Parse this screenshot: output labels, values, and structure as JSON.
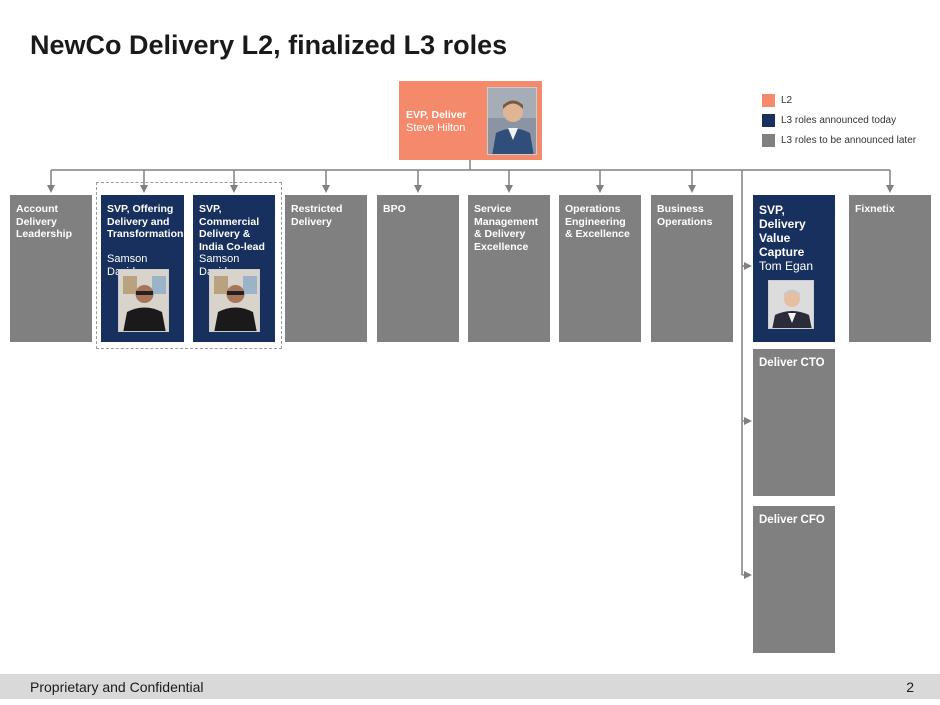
{
  "title": "NewCo Delivery L2, finalized L3 roles",
  "colors": {
    "l2": "#f4896b",
    "l3_today": "#17305e",
    "l3_later": "#808080",
    "connector": "#808080"
  },
  "legend": [
    {
      "label": "L2",
      "color": "#f4896b"
    },
    {
      "label": "L3 roles announced today",
      "color": "#17305e"
    },
    {
      "label": "L3 roles to be announced later",
      "color": "#808080"
    }
  ],
  "top": {
    "title": "EVP, Deliver",
    "name": "Steve Hilton",
    "photo_icon": "person-photo"
  },
  "roles": [
    {
      "title": "Account\nDelivery\nLeadership",
      "name": ""
    },
    {
      "title": "SVP, Offering\nDelivery and\nTransformation",
      "name": "Samson David"
    },
    {
      "title": "SVP,\nCommercial\nDelivery &\nIndia Co-lead",
      "name": "Samson David"
    },
    {
      "title": "Restricted\nDelivery",
      "name": ""
    },
    {
      "title": "BPO",
      "name": ""
    },
    {
      "title": "Service\nManagement\n& Delivery\nExcellence",
      "name": ""
    },
    {
      "title": "Operations\nEngineering\n& Excellence",
      "name": ""
    },
    {
      "title": "Business\nOperations",
      "name": ""
    },
    {
      "title": "SVP,\nDelivery\nValue\nCapture",
      "name": "Tom Egan"
    },
    {
      "title": "Fixnetix",
      "name": ""
    }
  ],
  "sub_roles": [
    {
      "title": "Deliver CTO"
    },
    {
      "title": "Deliver CFO"
    }
  ],
  "footer": {
    "text": "Proprietary and Confidential",
    "page": "2"
  }
}
